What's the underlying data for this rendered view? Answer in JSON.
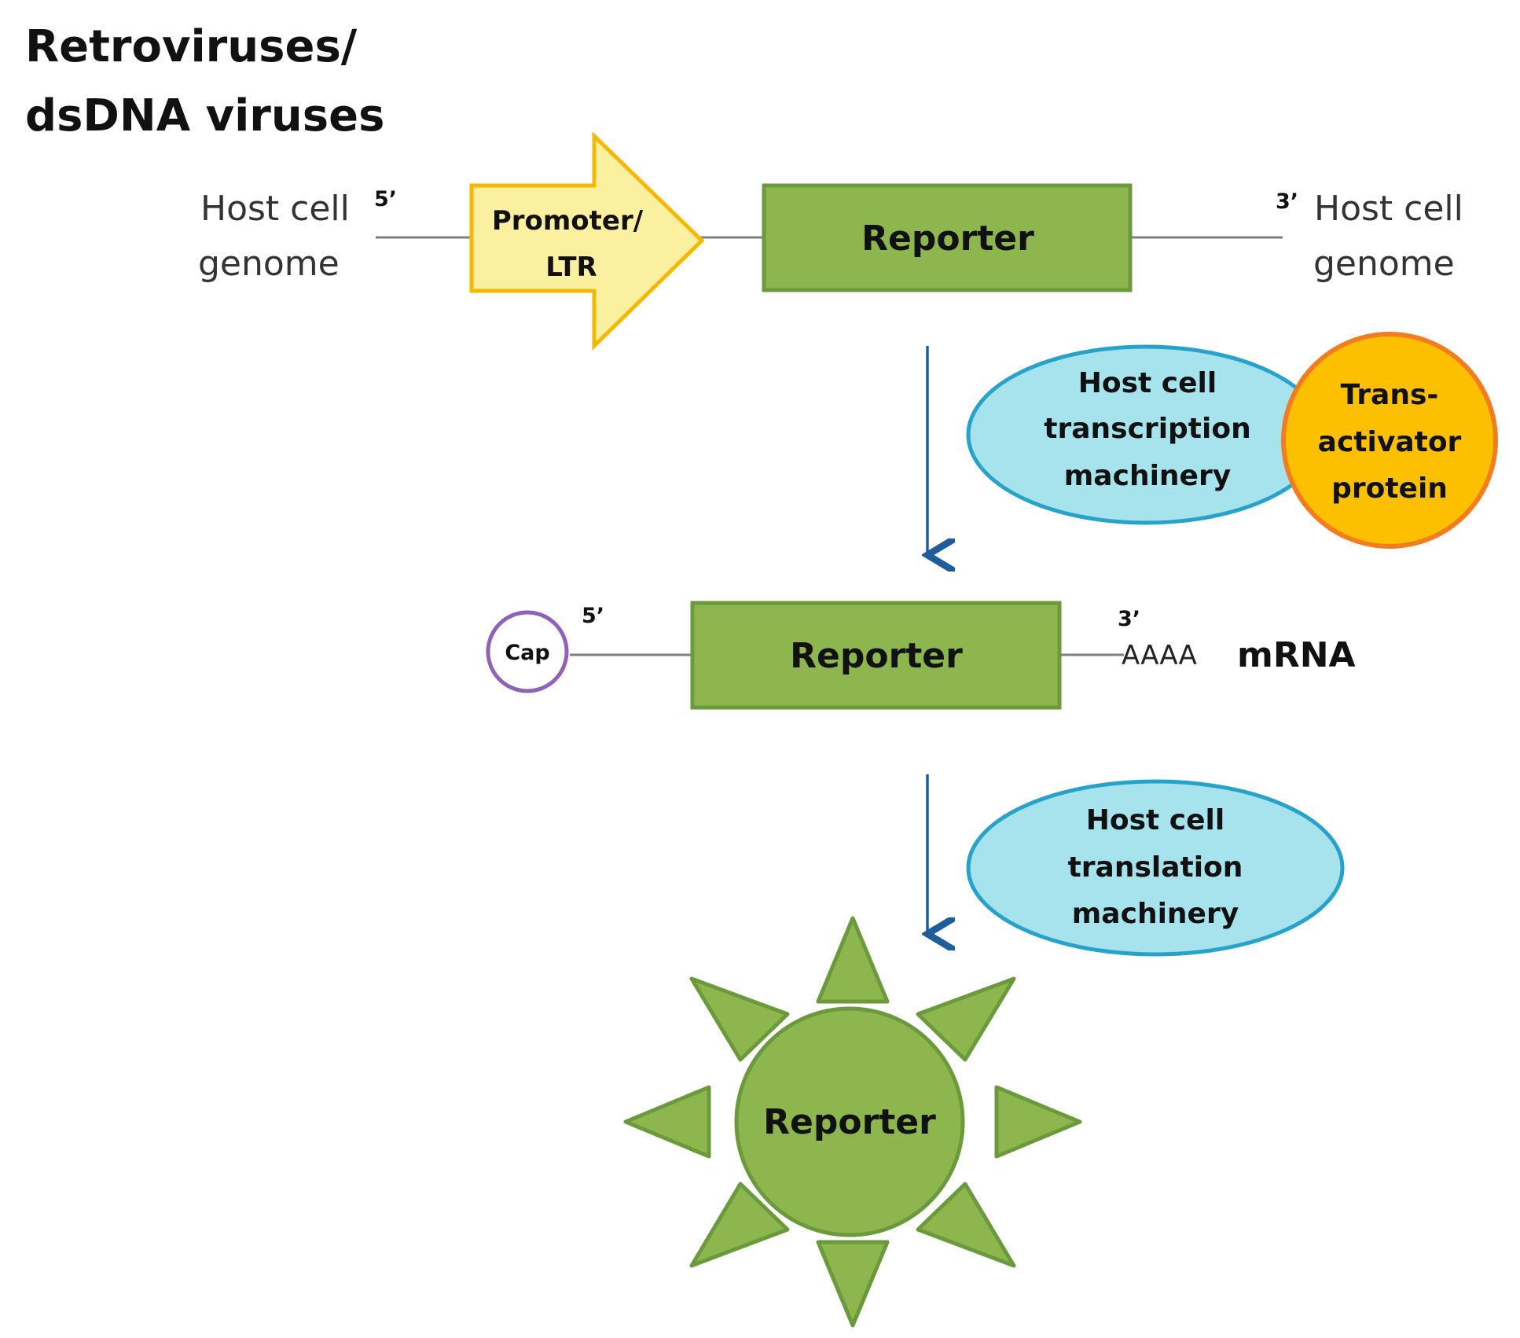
{
  "title": {
    "line1": "Retroviruses/",
    "line2": "dsDNA viruses"
  },
  "genome_left": {
    "line1": "Host cell",
    "line2": "genome"
  },
  "genome_right": {
    "line1": "Host cell",
    "line2": "genome"
  },
  "dna": {
    "five_prime": "5’",
    "three_prime": "3’",
    "promoter_line1": "Promoter/",
    "promoter_line2": "LTR",
    "reporter": "Reporter"
  },
  "transcription": {
    "line1": "Host cell",
    "line2": "transcription",
    "line3": "machinery"
  },
  "transactivator": {
    "line1": "Trans-",
    "line2": "activator",
    "line3": "protein"
  },
  "mrna": {
    "cap": "Cap",
    "five_prime": "5’",
    "three_prime": "3’",
    "reporter": "Reporter",
    "poly_a": "AAAA",
    "label": "mRNA"
  },
  "translation": {
    "line1": "Host cell",
    "line2": "translation",
    "line3": "machinery"
  },
  "protein": {
    "reporter": "Reporter"
  },
  "colors": {
    "green_fill": "#8DB74E",
    "green_stroke": "#6A9A3B",
    "promoter_fill": "#FAF0A0",
    "promoter_stroke": "#F5B800",
    "machinery_fill": "#A7E3ED",
    "machinery_stroke": "#27A2CA",
    "transactivator_fill": "#FCC000",
    "transactivator_stroke": "#F47C20",
    "cap_stroke": "#8E62B8",
    "arrow": "#1F5C9B",
    "line": "#7F7F7F"
  }
}
